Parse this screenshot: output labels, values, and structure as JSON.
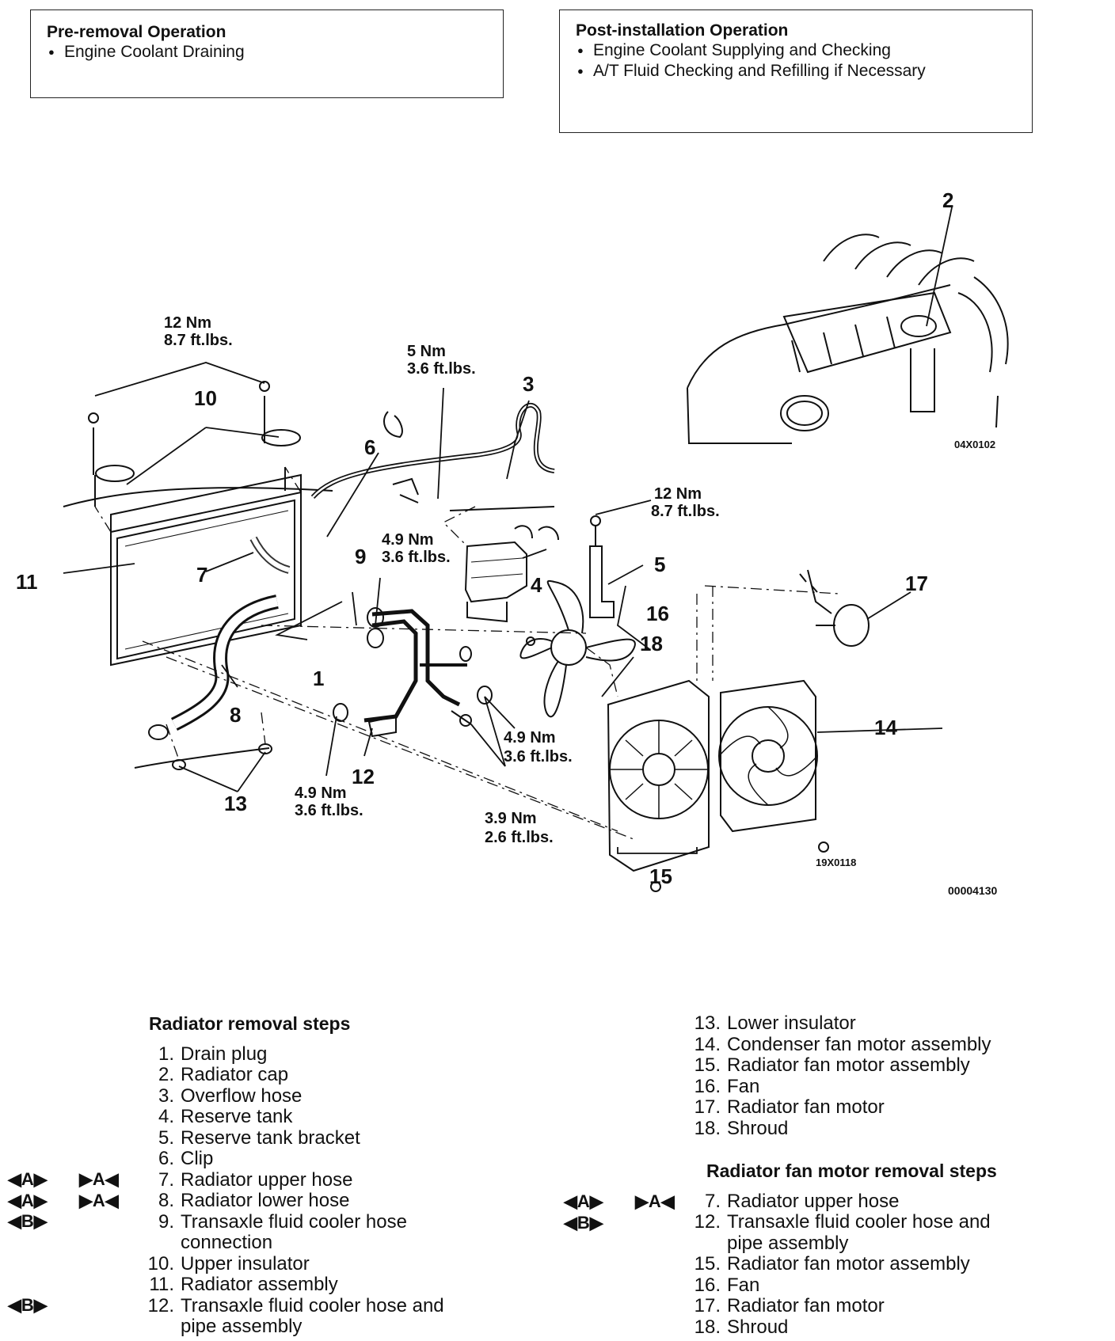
{
  "pre_removal": {
    "title": "Pre-removal Operation",
    "items": [
      "Engine Coolant Draining"
    ]
  },
  "post_installation": {
    "title": "Post-installation Operation",
    "items": [
      "Engine Coolant Supplying and Checking",
      "A/T Fluid Checking and Refilling if Necessary"
    ]
  },
  "diagram": {
    "callouts": [
      "1",
      "2",
      "3",
      "4",
      "5",
      "6",
      "7",
      "8",
      "9",
      "10",
      "11",
      "12",
      "13",
      "14",
      "15",
      "16",
      "17",
      "18"
    ],
    "torques": {
      "upper_insulator": [
        "12 Nm",
        "8.7 ft.lbs."
      ],
      "overflow": [
        "5 Nm",
        "3.6 ft.lbs."
      ],
      "bracket": [
        "12 Nm",
        "8.7 ft.lbs."
      ],
      "hose_conn": [
        "4.9 Nm",
        "3.6 ft.lbs."
      ],
      "pipe_right": [
        "4.9 Nm",
        "3.6 ft.lbs."
      ],
      "pipe_lower": [
        "4.9 Nm",
        "3.6 ft.lbs."
      ],
      "fan_bolts": [
        "3.9 Nm",
        "2.6 ft.lbs."
      ]
    },
    "codes": {
      "engine": "04X0102",
      "fan": "19X0118",
      "page": "00004130"
    }
  },
  "radiator_steps": {
    "heading": "Radiator removal steps",
    "items": [
      {
        "num": "1.",
        "label": "Drain plug",
        "rem": "",
        "inst": ""
      },
      {
        "num": "2.",
        "label": "Radiator cap",
        "rem": "",
        "inst": ""
      },
      {
        "num": "3.",
        "label": "Overflow hose",
        "rem": "",
        "inst": ""
      },
      {
        "num": "4.",
        "label": "Reserve tank",
        "rem": "",
        "inst": ""
      },
      {
        "num": "5.",
        "label": "Reserve tank bracket",
        "rem": "",
        "inst": ""
      },
      {
        "num": "6.",
        "label": "Clip",
        "rem": "",
        "inst": ""
      },
      {
        "num": "7.",
        "label": "Radiator upper hose",
        "rem": "◀A▶",
        "inst": "▶A◀"
      },
      {
        "num": "8.",
        "label": "Radiator lower hose",
        "rem": "◀A▶",
        "inst": "▶A◀"
      },
      {
        "num": "9.",
        "label": "Transaxle fluid cooler hose",
        "rem": "◀B▶",
        "inst": ""
      },
      {
        "num": "",
        "label": "connection",
        "rem": "",
        "inst": ""
      },
      {
        "num": "10.",
        "label": "Upper insulator",
        "rem": "",
        "inst": ""
      },
      {
        "num": "11.",
        "label": "Radiator assembly",
        "rem": "",
        "inst": ""
      },
      {
        "num": "12.",
        "label": "Transaxle fluid cooler hose and",
        "rem": "◀B▶",
        "inst": ""
      },
      {
        "num": "",
        "label": "pipe assembly",
        "rem": "",
        "inst": ""
      }
    ]
  },
  "radiator_steps_cont": {
    "items": [
      {
        "num": "13.",
        "label": "Lower insulator"
      },
      {
        "num": "14.",
        "label": "Condenser fan motor assembly"
      },
      {
        "num": "15.",
        "label": "Radiator fan motor assembly"
      },
      {
        "num": "16.",
        "label": "Fan"
      },
      {
        "num": "17.",
        "label": "Radiator fan motor"
      },
      {
        "num": "18.",
        "label": "Shroud"
      }
    ]
  },
  "fan_motor_steps": {
    "heading": "Radiator fan motor removal steps",
    "items": [
      {
        "num": "7.",
        "label": "Radiator upper hose",
        "rem": "◀A▶",
        "inst": "▶A◀"
      },
      {
        "num": "12.",
        "label": "Transaxle fluid cooler hose and",
        "rem": "◀B▶",
        "inst": ""
      },
      {
        "num": "",
        "label": "pipe assembly",
        "rem": "",
        "inst": ""
      },
      {
        "num": "15.",
        "label": "Radiator fan motor assembly",
        "rem": "",
        "inst": ""
      },
      {
        "num": "16.",
        "label": "Fan",
        "rem": "",
        "inst": ""
      },
      {
        "num": "17.",
        "label": "Radiator fan motor",
        "rem": "",
        "inst": ""
      },
      {
        "num": "18.",
        "label": "Shroud",
        "rem": "",
        "inst": ""
      }
    ]
  }
}
